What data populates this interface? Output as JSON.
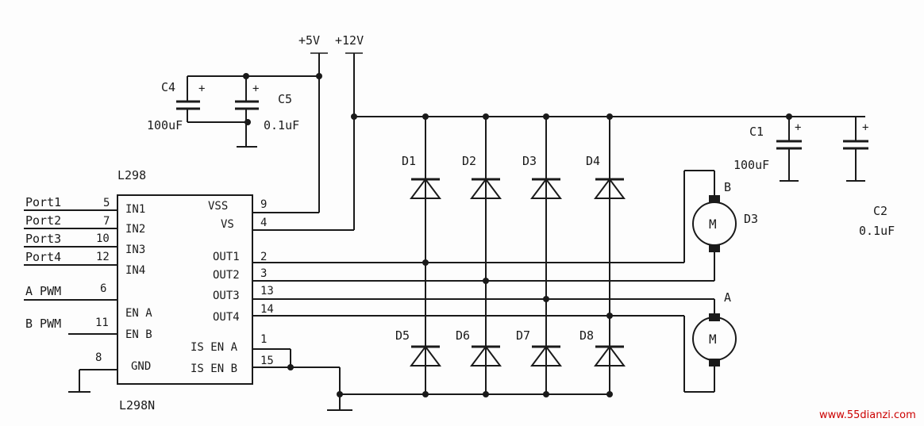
{
  "supply": {
    "v5": "+5V",
    "v12": "+12V"
  },
  "ic": {
    "part": "L298",
    "variant": "L298N",
    "pins": {
      "in1": "IN1",
      "in2": "IN2",
      "in3": "IN3",
      "in4": "IN4",
      "ena": "EN A",
      "enb": "EN B",
      "gnd": "GND",
      "vss": "VSS",
      "vs": "VS",
      "out1": "OUT1",
      "out2": "OUT2",
      "out3": "OUT3",
      "out4": "OUT4",
      "isena": "IS EN A",
      "isenb": "IS EN B"
    },
    "pin_numbers": {
      "in1": "5",
      "in2": "7",
      "in3": "10",
      "in4": "12",
      "ena": "6",
      "enb": "11",
      "gnd": "8",
      "vss": "9",
      "vs": "4",
      "out1": "2",
      "out2": "3",
      "out3": "13",
      "out4": "14",
      "isena": "1",
      "isenb": "15"
    }
  },
  "ports": {
    "p1": "Port1",
    "p2": "Port2",
    "p3": "Port3",
    "p4": "Port4",
    "apwm": "A PWM",
    "bpwm": "B PWM"
  },
  "caps": {
    "c1": {
      "name": "C1",
      "value": "100uF"
    },
    "c2": {
      "name": "C2",
      "value": "0.1uF"
    },
    "c4": {
      "name": "C4",
      "value": "100uF"
    },
    "c5": {
      "name": "C5",
      "value": "0.1uF"
    },
    "plus": "+"
  },
  "diodes": [
    "D1",
    "D2",
    "D3",
    "D4",
    "D5",
    "D6",
    "D7",
    "D8"
  ],
  "motors": {
    "a": {
      "label": "A",
      "symbol": "M"
    },
    "b": {
      "label": "B",
      "symbol": "M",
      "name": "D3"
    }
  },
  "watermark": "www.55dianzi.com"
}
